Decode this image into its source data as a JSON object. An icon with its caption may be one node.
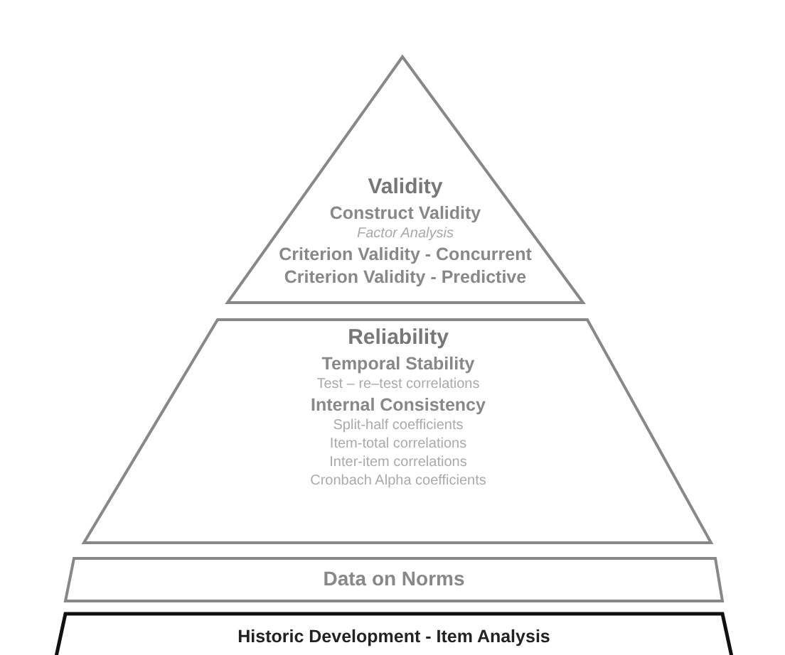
{
  "diagram": {
    "nodes": [
      {
        "text": [
          "Validity",
          "Construct Validity",
          "Factor Analysis",
          "Criterion Validity - Concurrent",
          "Criterion Validity - Predictive"
        ]
      },
      {
        "text": [
          "Reliability",
          "Temporal Stability",
          "Test – re–test correlations",
          "Internal Consistency",
          "Split-half coefficients",
          "Item-total correlations",
          "Inter-item correlations",
          "Cronbach Alpha coefficients"
        ]
      },
      {
        "text": [
          "Data on Norms"
        ]
      },
      {
        "text": [
          "Historic Development - Item Analysis"
        ]
      }
    ]
  }
}
